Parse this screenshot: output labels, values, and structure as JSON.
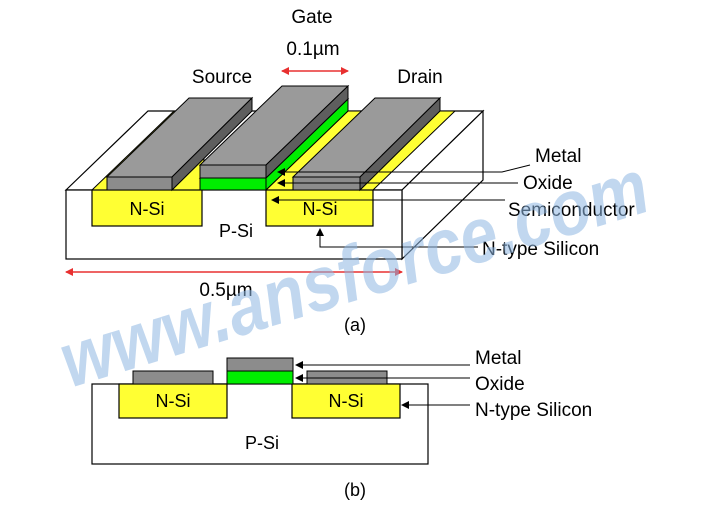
{
  "colors": {
    "metal": "#8c8c8c",
    "metal_top": "#9a9a9a",
    "metal_side": "#5e5e5e",
    "oxide": "#00ee00",
    "n_silicon": "#ffff33",
    "substrate": "#ffffff",
    "dimension": "#e83030",
    "watermark": "#8fb8e3"
  },
  "watermark": "www.ansforce.com",
  "figure_a": {
    "caption": "(a)",
    "gate_label": "Gate",
    "source_label": "Source",
    "drain_label": "Drain",
    "gate_length": "0.1µm",
    "width_dimension": "0.5µm",
    "n_si_left": "N-Si",
    "n_si_right": "N-Si",
    "p_si": "P-Si",
    "legend": [
      "Metal",
      "Oxide",
      "Semiconductor",
      "N-type Silicon"
    ]
  },
  "figure_b": {
    "caption": "(b)",
    "n_si_left": "N-Si",
    "n_si_right": "N-Si",
    "p_si": "P-Si",
    "legend": [
      "Metal",
      "Oxide",
      "N-type Silicon"
    ]
  }
}
